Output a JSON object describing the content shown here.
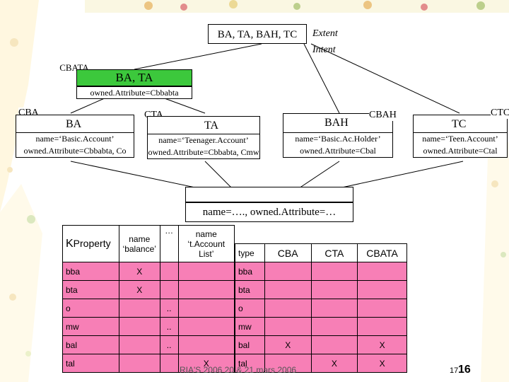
{
  "slide": {
    "page_number": "16",
    "page_number_small": "17",
    "footer": "RIA'S 2006 20 & 21 mars 2006"
  },
  "top": {
    "extent_label": "BA, TA, BAH, TC",
    "side_label_1": "Extent",
    "side_label_2": "Intent"
  },
  "cbata": {
    "corner": "CBATA",
    "title": "BA, TA",
    "attr": "owned.Attribute=Cbbabta",
    "fill": "#3cc83c"
  },
  "concepts": [
    {
      "corner": "CBA",
      "title": "BA",
      "line1": "name=‘Basic.Account’",
      "line2": "owned.Attribute=Cbbabta, Co"
    },
    {
      "corner": "CTA",
      "title": "TA",
      "line1": "name=‘Teenager.Account’",
      "line2": "owned.Attribute=Cbbabta, Cmw"
    },
    {
      "corner": "CBAH",
      "title": "BAH",
      "line1": "name=‘Basic.Ac.Holder’",
      "line2": "owned.Attribute=Cbal"
    },
    {
      "corner": "CTC",
      "title": "TC",
      "line1": "name=‘Teen.Account’",
      "line2": "owned.Attribute=Ctal"
    }
  ],
  "bottom_concept": {
    "label": "name=…., owned.Attribute=…"
  },
  "kproperty": {
    "k": "K",
    "title": "Property",
    "headers": [
      "name ‘balance’",
      "…",
      "name ‘t.Account List’"
    ],
    "rows": [
      {
        "label": "bba",
        "cells": [
          "X",
          "",
          ""
        ]
      },
      {
        "label": "bta",
        "cells": [
          "X",
          "",
          ""
        ]
      },
      {
        "label": "o",
        "cells": [
          "",
          "..",
          ""
        ]
      },
      {
        "label": "mw",
        "cells": [
          "",
          "..",
          ""
        ]
      },
      {
        "label": "bal",
        "cells": [
          "",
          "..",
          ""
        ]
      },
      {
        "label": "tal",
        "cells": [
          "",
          "",
          "X"
        ]
      }
    ]
  },
  "type_table": {
    "headers": [
      "type",
      "CBA",
      "CTA",
      "CBATA"
    ],
    "fill": "#f77fb6",
    "rows": [
      {
        "label": "bba",
        "cells": [
          "",
          "",
          ""
        ]
      },
      {
        "label": "bta",
        "cells": [
          "",
          "",
          ""
        ]
      },
      {
        "label": "o",
        "cells": [
          "",
          "",
          ""
        ]
      },
      {
        "label": "mw",
        "cells": [
          "",
          "",
          ""
        ]
      },
      {
        "label": "bal",
        "cells": [
          "X",
          "",
          "X"
        ]
      },
      {
        "label": "tal",
        "cells": [
          "",
          "X",
          "X"
        ]
      }
    ]
  }
}
